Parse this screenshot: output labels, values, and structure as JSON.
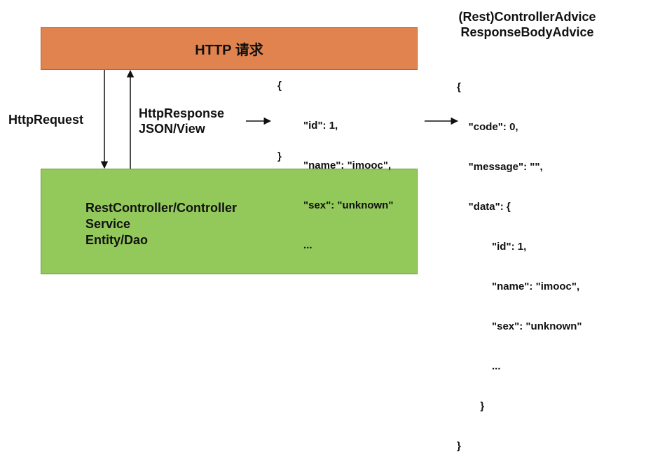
{
  "http_box": {
    "label": "HTTP 请求",
    "color": "#e0834e"
  },
  "server_box": {
    "lines": [
      "RestController/Controller",
      "Service",
      "Entity/Dao"
    ],
    "color": "#93c95a"
  },
  "request_label": "HttpRequest",
  "response_label": [
    "HttpResponse",
    "JSON/View"
  ],
  "raw_json": {
    "open": "{",
    "lines": [
      "\"id\": 1,",
      "\"name\": \"imooc\",",
      "\"sex\": \"unknown\"",
      "..."
    ],
    "close": "}"
  },
  "advice_title": [
    "(Rest)ControllerAdvice",
    "ResponseBodyAdvice"
  ],
  "wrapped_json": {
    "lines": [
      "{",
      "    \"code\": 0,",
      "    \"message\": \"\",",
      "    \"data\": {",
      "            \"id\": 1,",
      "            \"name\": \"imooc\",",
      "            \"sex\": \"unknown\"",
      "            ...",
      "        }",
      "}"
    ]
  }
}
